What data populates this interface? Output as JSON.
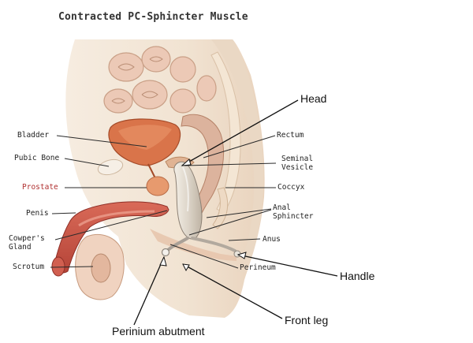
{
  "title": "Contracted PC-Sphincter Muscle",
  "anatomy_labels": {
    "bladder": "Bladder",
    "pubic_bone": "Pubic Bone",
    "prostate": "Prostate",
    "penis": "Penis",
    "cowpers_gland": "Cowper's\nGland",
    "scrotum": "Scrotum",
    "rectum": "Rectum",
    "seminal_vesicle": "Seminal\nVesicle",
    "coccyx": "Coccyx",
    "anal_sphincter": "Anal\nSphincter",
    "anus": "Anus",
    "perineum": "Perineum"
  },
  "device_callouts": {
    "head": "Head",
    "handle": "Handle",
    "front_leg": "Front leg",
    "perinium_abutment": "Perinium abutment"
  },
  "colors": {
    "skin": "#f1e3d2",
    "skin_shadow": "#e6cdb4",
    "bladder": "#d9744a",
    "prostate": "#e79a6e",
    "penis": "#c9554a",
    "scrotum": "#f0d3c0",
    "intestine": "#ecc9b6",
    "device": "#e4ddd2",
    "prostate_label": "#b03030"
  }
}
